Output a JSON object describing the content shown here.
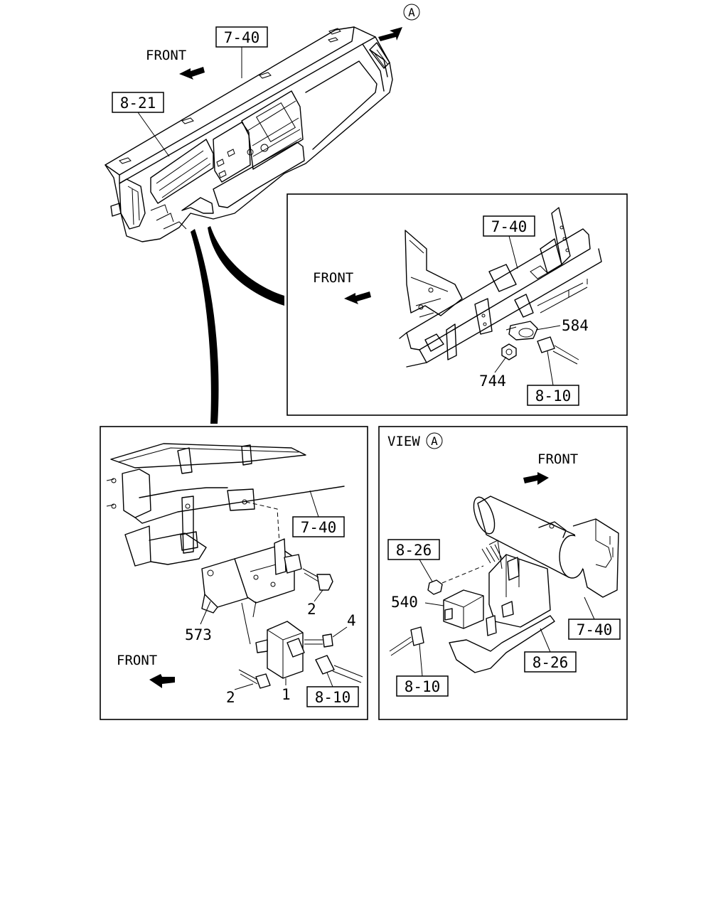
{
  "overview": {
    "view_marker": "A",
    "front_label": "FRONT",
    "ref_dashboard": "7-40",
    "ref_cluster": "8-21"
  },
  "detail_top_right": {
    "front_label": "FRONT",
    "ref_crossmember": "7-40",
    "ref_harness": "8-10",
    "part_clip": "584",
    "part_nut": "744"
  },
  "detail_bottom_left": {
    "front_label": "FRONT",
    "ref_crossmember": "7-40",
    "ref_harness": "8-10",
    "part_bracket": "573",
    "part_unit": "1",
    "part_bolt_upper": "2",
    "part_bolt_lower": "2",
    "part_screw": "4"
  },
  "detail_bottom_right": {
    "view_label": "VIEW",
    "view_marker": "A",
    "front_label": "FRONT",
    "ref_crossmember": "7-40",
    "ref_bracket_top": "8-26",
    "ref_bracket_bottom": "8-26",
    "ref_harness": "8-10",
    "part_unit": "540"
  }
}
